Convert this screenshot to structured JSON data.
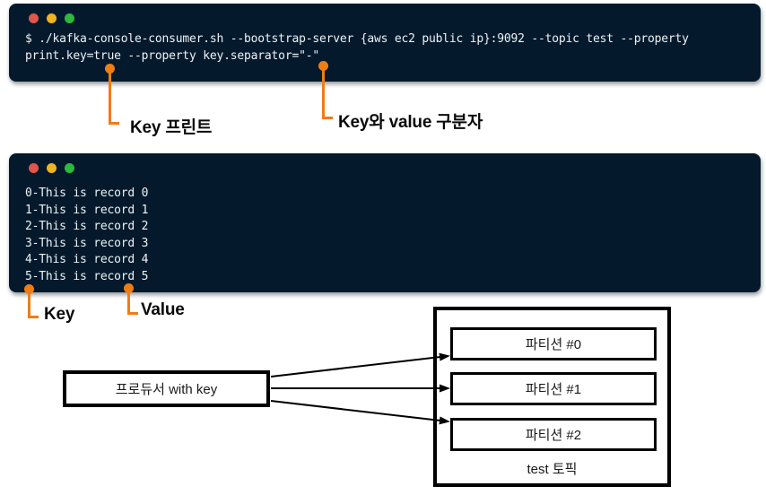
{
  "colors": {
    "terminal_bg": "#041a2c",
    "traffic_red": "#e0564b",
    "traffic_yellow": "#f0b41f",
    "traffic_green": "#2eb83e",
    "annotation_orange": "#ee7d14"
  },
  "terminal_top": {
    "command_line1": "$ ./kafka-console-consumer.sh --bootstrap-server {aws ec2 public ip}:9092 --topic test --property",
    "command_line2": "print.key=true --property key.separator=\"-\""
  },
  "callouts": {
    "key_print": "Key 프린트",
    "key_value_separator": "Key와 value 구분자",
    "key": "Key",
    "value": "Value"
  },
  "terminal_output": {
    "lines": [
      "0-This is record 0",
      "1-This is record 1",
      "2-This is record 2",
      "3-This is record 3",
      "4-This is record 4",
      "5-This is record 5"
    ]
  },
  "diagram": {
    "producer": "프로듀서 with key",
    "partitions": [
      "파티션 #0",
      "파티션 #1",
      "파티션 #2"
    ],
    "topic": "test 토픽"
  }
}
